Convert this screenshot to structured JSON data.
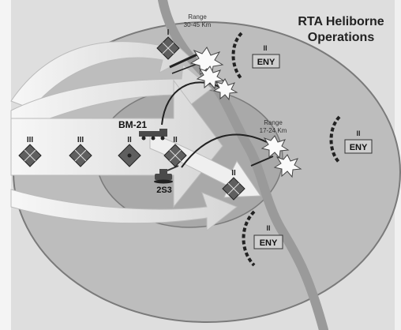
{
  "title": {
    "line1": "RTA Heliborne",
    "line2": "Operations"
  },
  "ranges": {
    "outer": {
      "label": "Range",
      "value": "30-45 Km"
    },
    "inner": {
      "label": "Range",
      "value": "17-24 Km"
    }
  },
  "weapons": {
    "rocket_launcher": "BM-21",
    "howitzer": "2S3"
  },
  "friendly_units": [
    {
      "echelon": "III"
    },
    {
      "echelon": "III"
    },
    {
      "echelon": "II"
    },
    {
      "echelon": "II"
    },
    {
      "echelon": "I"
    },
    {
      "echelon": "II"
    }
  ],
  "enemy_units": [
    {
      "echelon": "II",
      "label": "ENY"
    },
    {
      "echelon": "II",
      "label": "ENY"
    },
    {
      "echelon": "II",
      "label": "ENY"
    }
  ],
  "colors": {
    "page": "#e3e3e3",
    "outer_zone": "#bdbdbd",
    "inner_zone": "#a9a9a9",
    "arrow": "#efefef",
    "unit_fill": "#5f5f5f",
    "river": "#9a9a9a"
  }
}
